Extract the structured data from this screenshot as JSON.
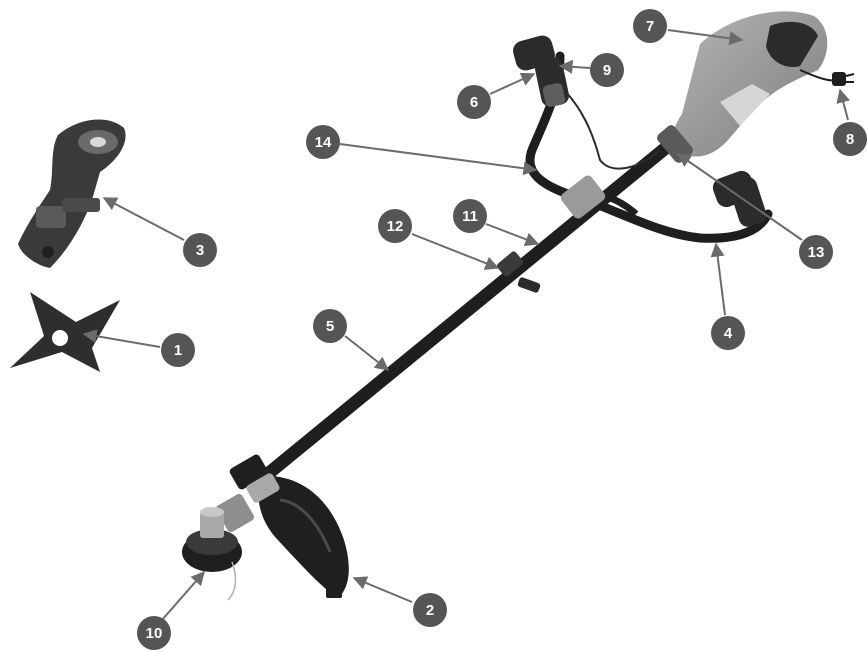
{
  "diagram": {
    "type": "parts-callout",
    "badge_color": "#555555",
    "arrow_color": "#6b6b6b",
    "callouts": [
      {
        "id": "badge-1",
        "label": "1"
      },
      {
        "id": "badge-2",
        "label": "2"
      },
      {
        "id": "badge-3",
        "label": "3"
      },
      {
        "id": "badge-4",
        "label": "4"
      },
      {
        "id": "badge-5",
        "label": "5"
      },
      {
        "id": "badge-6",
        "label": "6"
      },
      {
        "id": "badge-7",
        "label": "7"
      },
      {
        "id": "badge-8",
        "label": "8"
      },
      {
        "id": "badge-9",
        "label": "9"
      },
      {
        "id": "badge-10",
        "label": "10"
      },
      {
        "id": "badge-11",
        "label": "11"
      },
      {
        "id": "badge-12",
        "label": "12"
      },
      {
        "id": "badge-13",
        "label": "13"
      },
      {
        "id": "badge-14",
        "label": "14"
      }
    ]
  }
}
